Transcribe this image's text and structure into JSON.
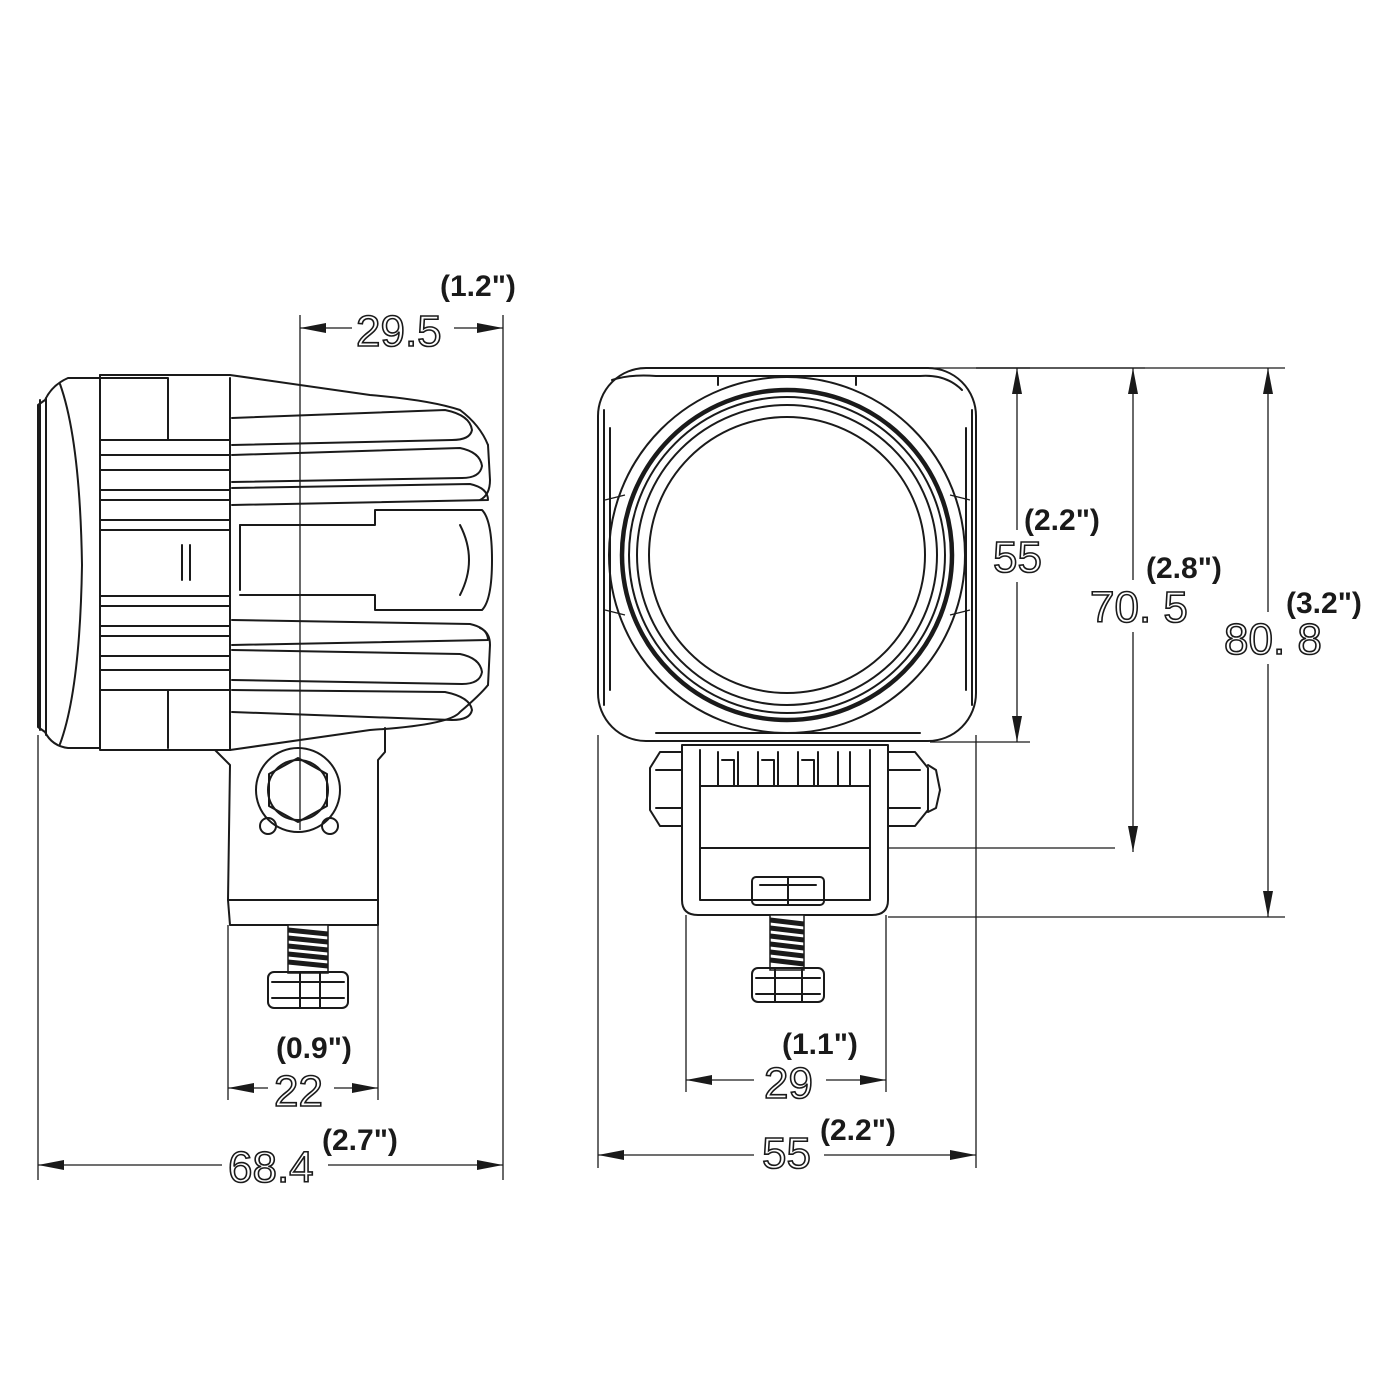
{
  "dimensions": {
    "side_depth": {
      "mm": "29.5",
      "inch": "(1.2\")"
    },
    "side_bracket": {
      "mm": "22",
      "inch": "(0.9\")"
    },
    "side_length": {
      "mm": "68.4",
      "inch": "(2.7\")"
    },
    "front_lens": {
      "mm": "55",
      "inch": "(2.2\")"
    },
    "front_mid": {
      "mm": "70. 5",
      "inch": "(2.8\")"
    },
    "front_total": {
      "mm": "80. 8",
      "inch": "(3.2\")"
    },
    "front_bracket": {
      "mm": "29",
      "inch": "(1.1\")"
    },
    "front_width": {
      "mm": "55",
      "inch": "(2.2\")"
    }
  }
}
